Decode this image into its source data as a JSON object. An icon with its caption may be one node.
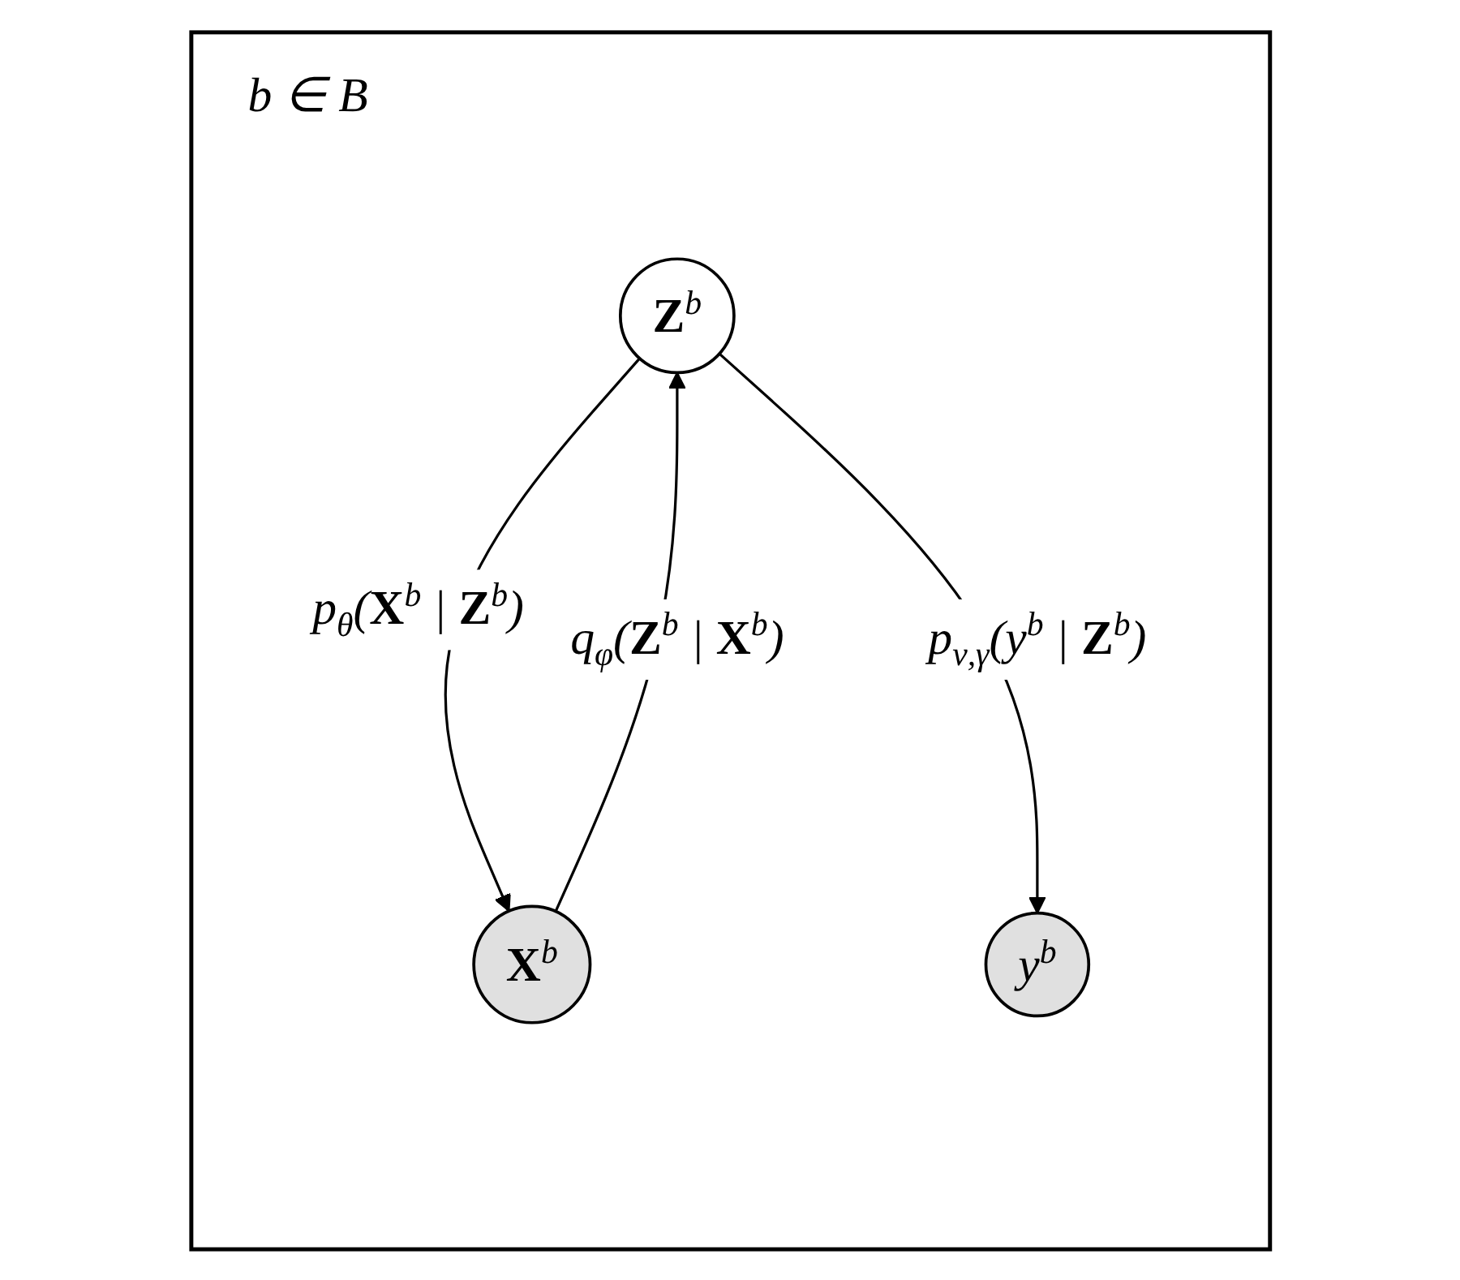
{
  "diagram": {
    "nodes": [
      {
        "text": [
          "b ∈ B"
        ]
      },
      {
        "text": [
          "**Z**$^{b}$"
        ],
        "in": 0
      },
      {
        "text": [
          "**X**$^{b}$"
        ],
        "in": 0
      },
      {
        "text": [
          "y$^{b}$"
        ],
        "in": 0
      }
    ],
    "edges": [
      {
        "from": 1,
        "to": 2,
        "arrow": "to",
        "label": "p$_{θ}$(**X**$^{b}$ | **Z**$^{b}$)"
      },
      {
        "from": 2,
        "to": 1,
        "arrow": "to",
        "label": "q$_{φ}$(**Z**$^{b}$ | **X**$^{b}$)"
      },
      {
        "from": 1,
        "to": 3,
        "arrow": "to",
        "label": "p$_{ν,γ}$(y$^{b}$ | **Z**$^{b}$)"
      }
    ]
  }
}
